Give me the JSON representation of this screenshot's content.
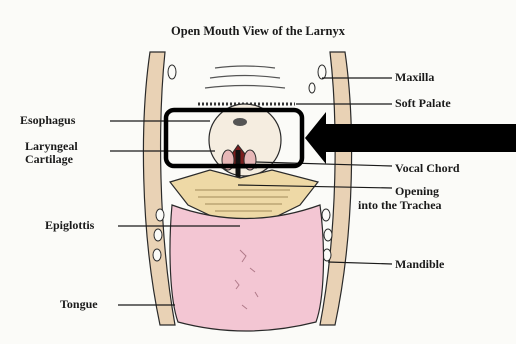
{
  "diagram": {
    "title": "Open Mouth View of the Larnyx",
    "labels": {
      "maxilla": "Maxilla",
      "soft_palate": "Soft Palate",
      "esophagus": "Esophagus",
      "laryngeal_cartilage_line1": "Laryngeal",
      "laryngeal_cartilage_line2": "Cartilage",
      "vocal_chord": "Vocal Chord",
      "opening_line1": "Opening",
      "opening_line2": "into the Trachea",
      "epiglottis": "Epiglottis",
      "mandible": "Mandible",
      "tongue": "Tongue"
    },
    "colors": {
      "outline": "#2a2a2a",
      "jaw_fill": "#e9d2b5",
      "tongue_fill": "#f3c6d3",
      "epiglottis_fill": "#eed9a6",
      "highlight_box": "#000000",
      "arrow": "#000000"
    },
    "annotations": {
      "highlight_box": "rounded-rectangle",
      "arrow_direction": "left"
    }
  }
}
